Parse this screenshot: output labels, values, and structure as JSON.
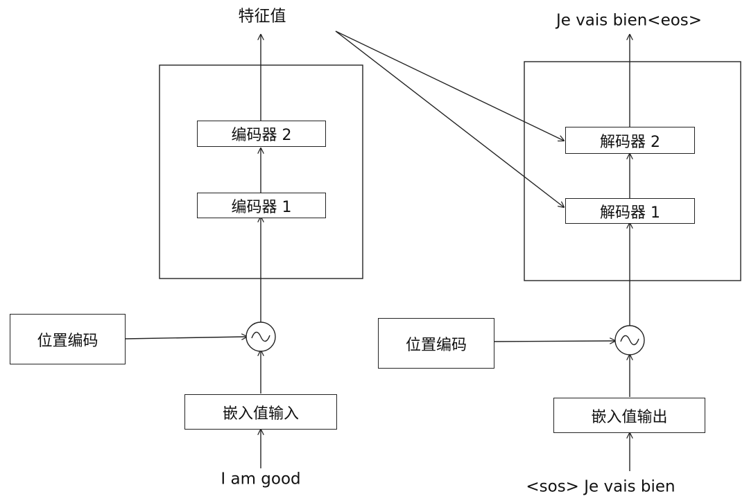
{
  "encoder": {
    "output_label": "特征值",
    "block1_label": "编码器 1",
    "block2_label": "编码器 2",
    "positional_label": "位置编码",
    "embedding_label": "嵌入值输入",
    "input_label": "I am good"
  },
  "decoder": {
    "output_label": "Je vais bien<eos>",
    "block1_label": "解码器 1",
    "block2_label": "解码器 2",
    "positional_label": "位置编码",
    "embedding_label": "嵌入值输出",
    "input_label": "<sos> Je vais bien"
  }
}
